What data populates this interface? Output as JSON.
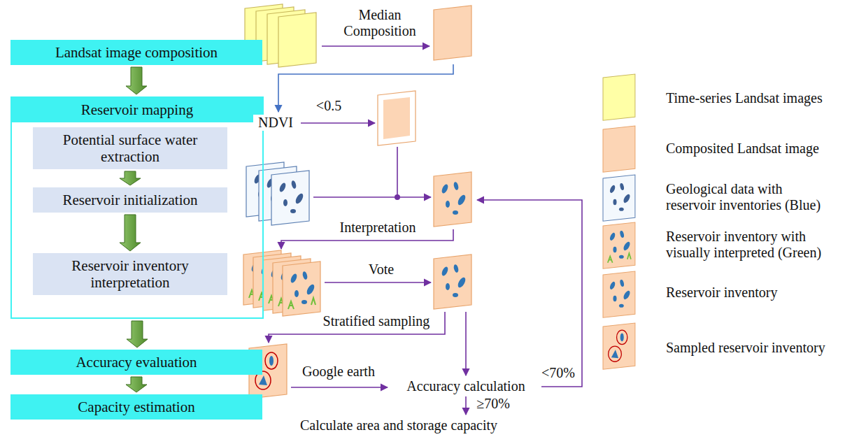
{
  "diagram": {
    "nodes": [
      {
        "text": [
          "Landsat image composition"
        ]
      },
      {
        "text": [
          "Reservoir mapping"
        ]
      },
      {
        "text": [
          "Potential surface water extraction"
        ],
        "in": 1
      },
      {
        "text": [
          "Reservoir initialization"
        ],
        "in": 1
      },
      {
        "text": [
          "Reservoir inventory interpretation"
        ],
        "in": 1
      },
      {
        "text": [
          "Accuracy evaluation"
        ]
      },
      {
        "text": [
          "Capacity estimation"
        ]
      }
    ],
    "edges": [
      {
        "from": 0,
        "to": 1,
        "arrow": "to"
      },
      {
        "from": 2,
        "to": 3,
        "arrow": "to"
      },
      {
        "from": 3,
        "to": 4,
        "arrow": "to"
      },
      {
        "from": 1,
        "to": 5,
        "arrow": "to"
      },
      {
        "from": 5,
        "to": 6,
        "arrow": "to"
      }
    ],
    "labels": [
      "Median Composition",
      "NDVI",
      "<0.5",
      "Interpretation",
      "Vote",
      "Stratified sampling",
      "Google earth",
      "Accuracy calculation",
      "<70%",
      "≥70%",
      "Calculate area and storage capacity"
    ],
    "legend": [
      {
        "text": "Time-series Landsat images"
      },
      {
        "text": "Composited Landsat image"
      },
      {
        "text": "Geological data with reservoir inventories (Blue)"
      },
      {
        "text": "Reservoir inventory with visually interpreted (Green)"
      },
      {
        "text": "Reservoir inventory"
      },
      {
        "text": "Sampled reservoir inventory"
      }
    ]
  }
}
